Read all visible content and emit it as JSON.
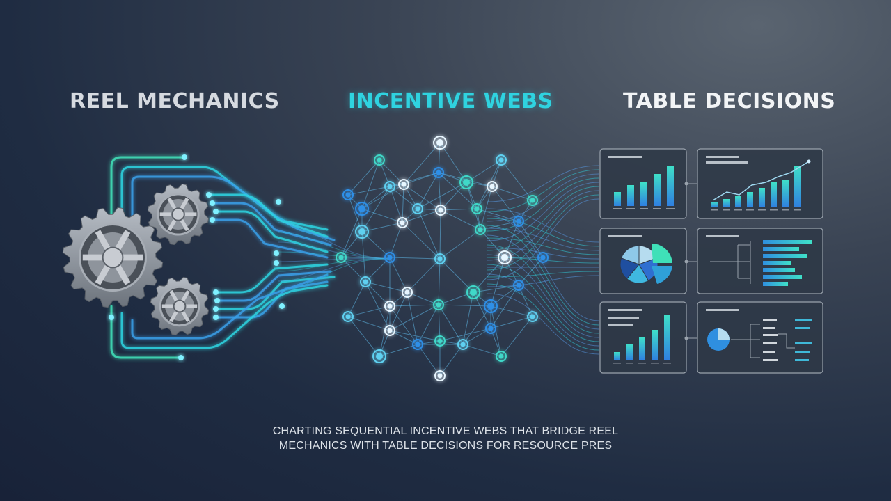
{
  "headings": {
    "left": "REEL MECHANICS",
    "middle": "INCENTIVE WEBS",
    "right": "TABLE DECISIONS"
  },
  "caption": {
    "line1": "CHARTING SEQUENTIAL INCENTIVE WEBS THAT BRIDGE REEL",
    "line2": "MECHANICS WITH TABLE DECISIONS FOR RESOURCE PRES"
  },
  "colors": {
    "accent_cyan": "#2fd3e0",
    "accent_teal": "#3fe0b8",
    "accent_blue": "#2f7fe0",
    "gear_gray": "#8e949c",
    "panel_border": "#9aa3ad"
  },
  "icons": [
    "large-gear-icon",
    "small-gear-icon",
    "bar-chart-icon",
    "line-chart-icon",
    "pie-chart-icon",
    "tree-diagram-icon"
  ]
}
